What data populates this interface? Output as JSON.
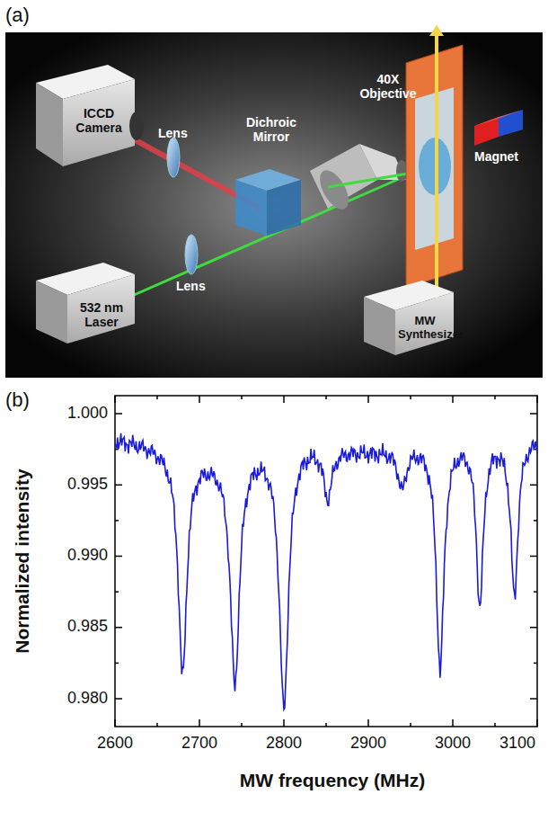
{
  "diagram": {
    "labels": [
      "(a)",
      "ICCD Camera",
      "Lens",
      "Dichroic Mirror",
      "40X Objective",
      "Magnet",
      "Lens",
      "532 nm Laser",
      "MW Synthesizer",
      "(b)",
      "1.000",
      "0.995",
      "0.990",
      "0.985",
      "0.980",
      "Normalized intensity",
      "2600",
      "2700",
      "2800",
      "2900",
      "3000",
      "3100",
      "MW frequency (MHz)"
    ]
  }
}
